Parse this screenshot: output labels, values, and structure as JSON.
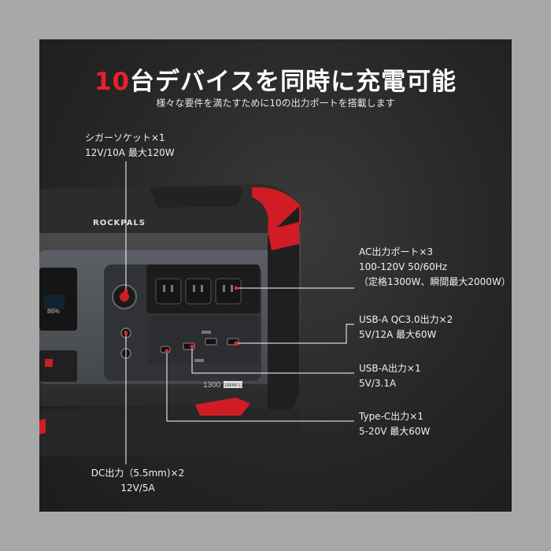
{
  "headline": {
    "number": "10",
    "rest": "台デバイスを同時に充電可能"
  },
  "subheadline": "様々な要件を満たすために10の出力ポートを搭載します",
  "brand": "ROCKPALS",
  "model_badge": "1300",
  "model_badge_sub": "1300W 1.3kWh",
  "battery_display": "86%",
  "ports": {
    "cigar": {
      "title": "シガーソケット×1",
      "spec": "12V/10A 最大120W"
    },
    "ac": {
      "title": "AC出力ポート×3",
      "spec": "100-120V 50/60Hz",
      "note": "（定格1300W、瞬間最大2000W）"
    },
    "usb_qc": {
      "title": "USB-A QC3.0出力×2",
      "spec": "5V/12A  最大60W"
    },
    "usb_a": {
      "title": "USB-A出力×1",
      "spec": "5V/3.1A"
    },
    "type_c": {
      "title": "Type-C出力×1",
      "spec": "5-20V  最大60W"
    },
    "dc": {
      "title": "DC出力（5.5mm)×2",
      "spec": "12V/5A"
    }
  },
  "colors": {
    "accent": "#e8202a",
    "background": "#262626",
    "outer": "#a8a8a8"
  }
}
